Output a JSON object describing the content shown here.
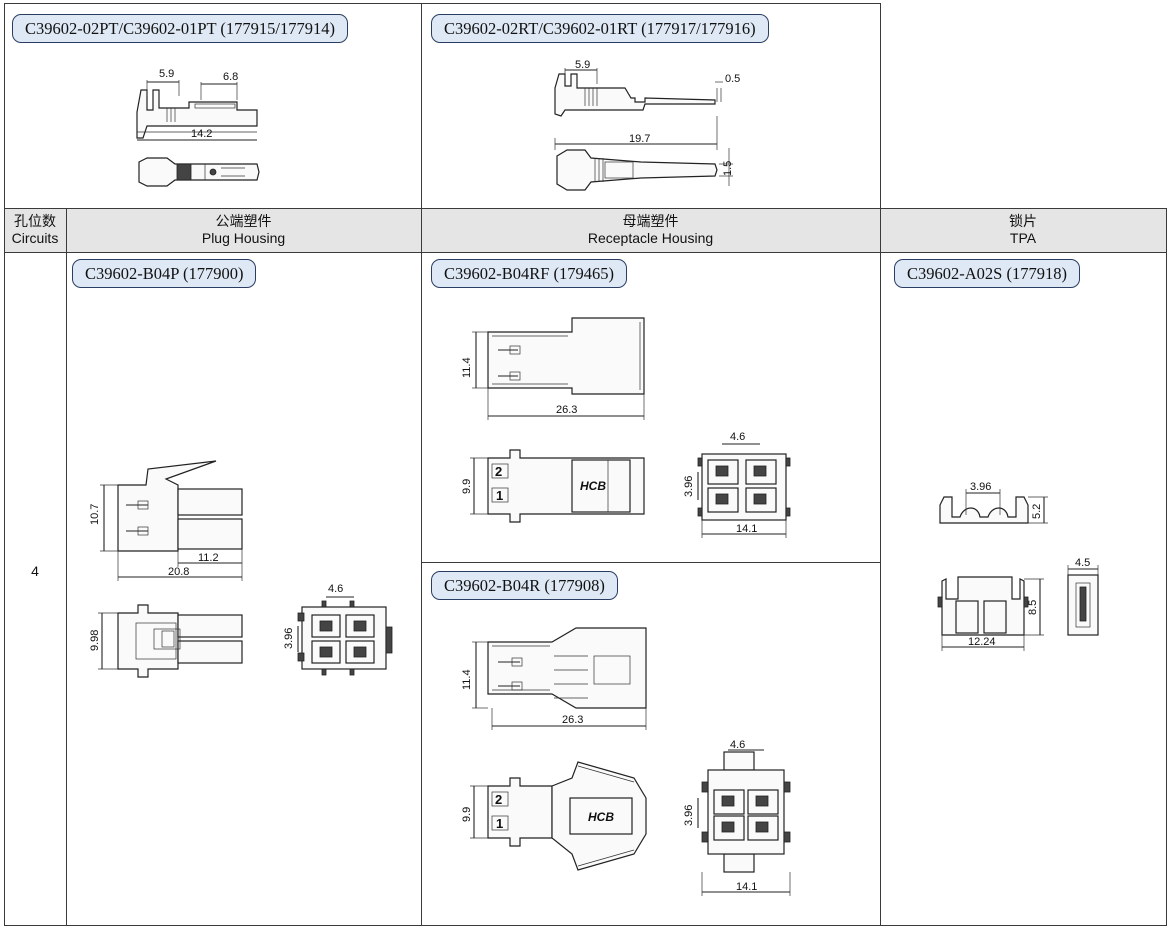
{
  "terminals": {
    "plug_terminal_label": "C39602-02PT/C39602-01PT (177915/177914)",
    "plug_dims": {
      "a": "5.9",
      "b": "6.8",
      "len": "14.2"
    },
    "receptacle_terminal_label": "C39602-02RT/C39602-01RT (177917/177916)",
    "receptacle_dims": {
      "a": "5.9",
      "tip": "0.5",
      "len": "19.7",
      "h": "1.5"
    }
  },
  "header": {
    "circuits_cn": "孔位数",
    "circuits_en": "Circuits",
    "plug_cn": "公端塑件",
    "plug_en": "Plug Housing",
    "receptacle_cn": "母端塑件",
    "receptacle_en": "Receptacle Housing",
    "tpa_cn": "锁片",
    "tpa_en": "TPA"
  },
  "row": {
    "circuits": "4",
    "plug": {
      "label": "C39602-B04P (177900)",
      "dims": {
        "h": "10.7",
        "w1": "11.2",
        "w2": "20.8",
        "h2": "9.98",
        "pitch": "4.6",
        "pitch_v": "3.96"
      }
    },
    "receptacle_rf": {
      "label": "C39602-B04RF (179465)",
      "dims": {
        "h": "11.4",
        "w": "26.3",
        "h2": "9.9",
        "pitch": "4.6",
        "pitch_v": "3.96",
        "w2": "14.1"
      },
      "mark_2": "2",
      "mark_1": "1",
      "brand": "HCB"
    },
    "receptacle_r": {
      "label": "C39602-B04R (177908)",
      "dims": {
        "h": "11.4",
        "w": "26.3",
        "h2": "9.9",
        "pitch": "4.6",
        "pitch_v": "3.96",
        "w2": "14.1"
      },
      "mark_2": "2",
      "mark_1": "1",
      "brand": "HCB"
    },
    "tpa": {
      "label": "C39602-A02S (177918)",
      "dims": {
        "pitch": "3.96",
        "h": "5.2",
        "w": "12.24",
        "h2": "8.5",
        "w2": "4.5"
      }
    }
  }
}
